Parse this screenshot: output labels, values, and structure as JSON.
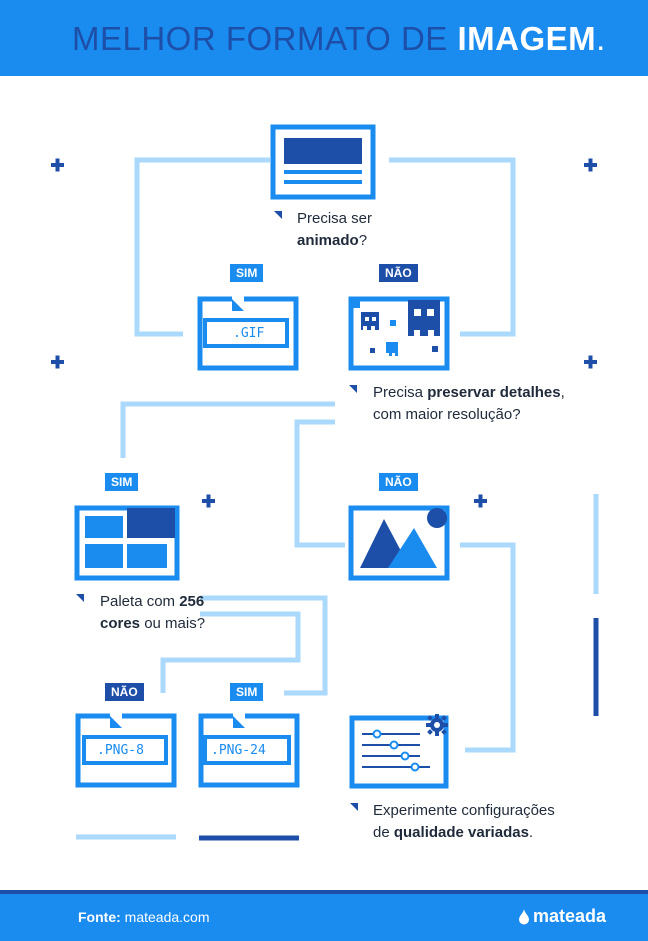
{
  "header": {
    "title_regular": "MELHOR FORMATO DE ",
    "title_bold": "IMAGEM",
    "title_dot": "."
  },
  "questions": {
    "q1_line1": "Precisa ser",
    "q1_bold": "animado",
    "q1_end": "?",
    "q2_pre": "Precisa ",
    "q2_bold": "preservar detalhes",
    "q2_post": ",",
    "q2_line2": "com maior resolução?",
    "q3_pre": "Paleta com ",
    "q3_bold1": "256",
    "q3_bold2": "cores",
    "q3_post": " ou mais?",
    "q4_line1": "Experimente configurações",
    "q4_pre": "de ",
    "q4_bold": "qualidade variadas",
    "q4_end": "."
  },
  "badges": {
    "yes": "SIM",
    "no": "NÃO"
  },
  "formats": {
    "gif": ".GIF",
    "png8": ".PNG-8",
    "png24": ".PNG-24"
  },
  "footer": {
    "source_label": "Fonte:",
    "source_value": " mateada.com",
    "logo": "mateada"
  },
  "colors": {
    "light_blue": "#1a8cf0",
    "dark_blue": "#1d4fa8",
    "pale_blue": "#aad9fb",
    "text": "#1f2a3a"
  },
  "icons": [
    "plus-icon",
    "document-icon",
    "gif-file-icon",
    "ghost-game-icon",
    "grid-palette-icon",
    "landscape-image-icon",
    "png8-file-icon",
    "png24-file-icon",
    "settings-sliders-icon",
    "gear-icon"
  ]
}
